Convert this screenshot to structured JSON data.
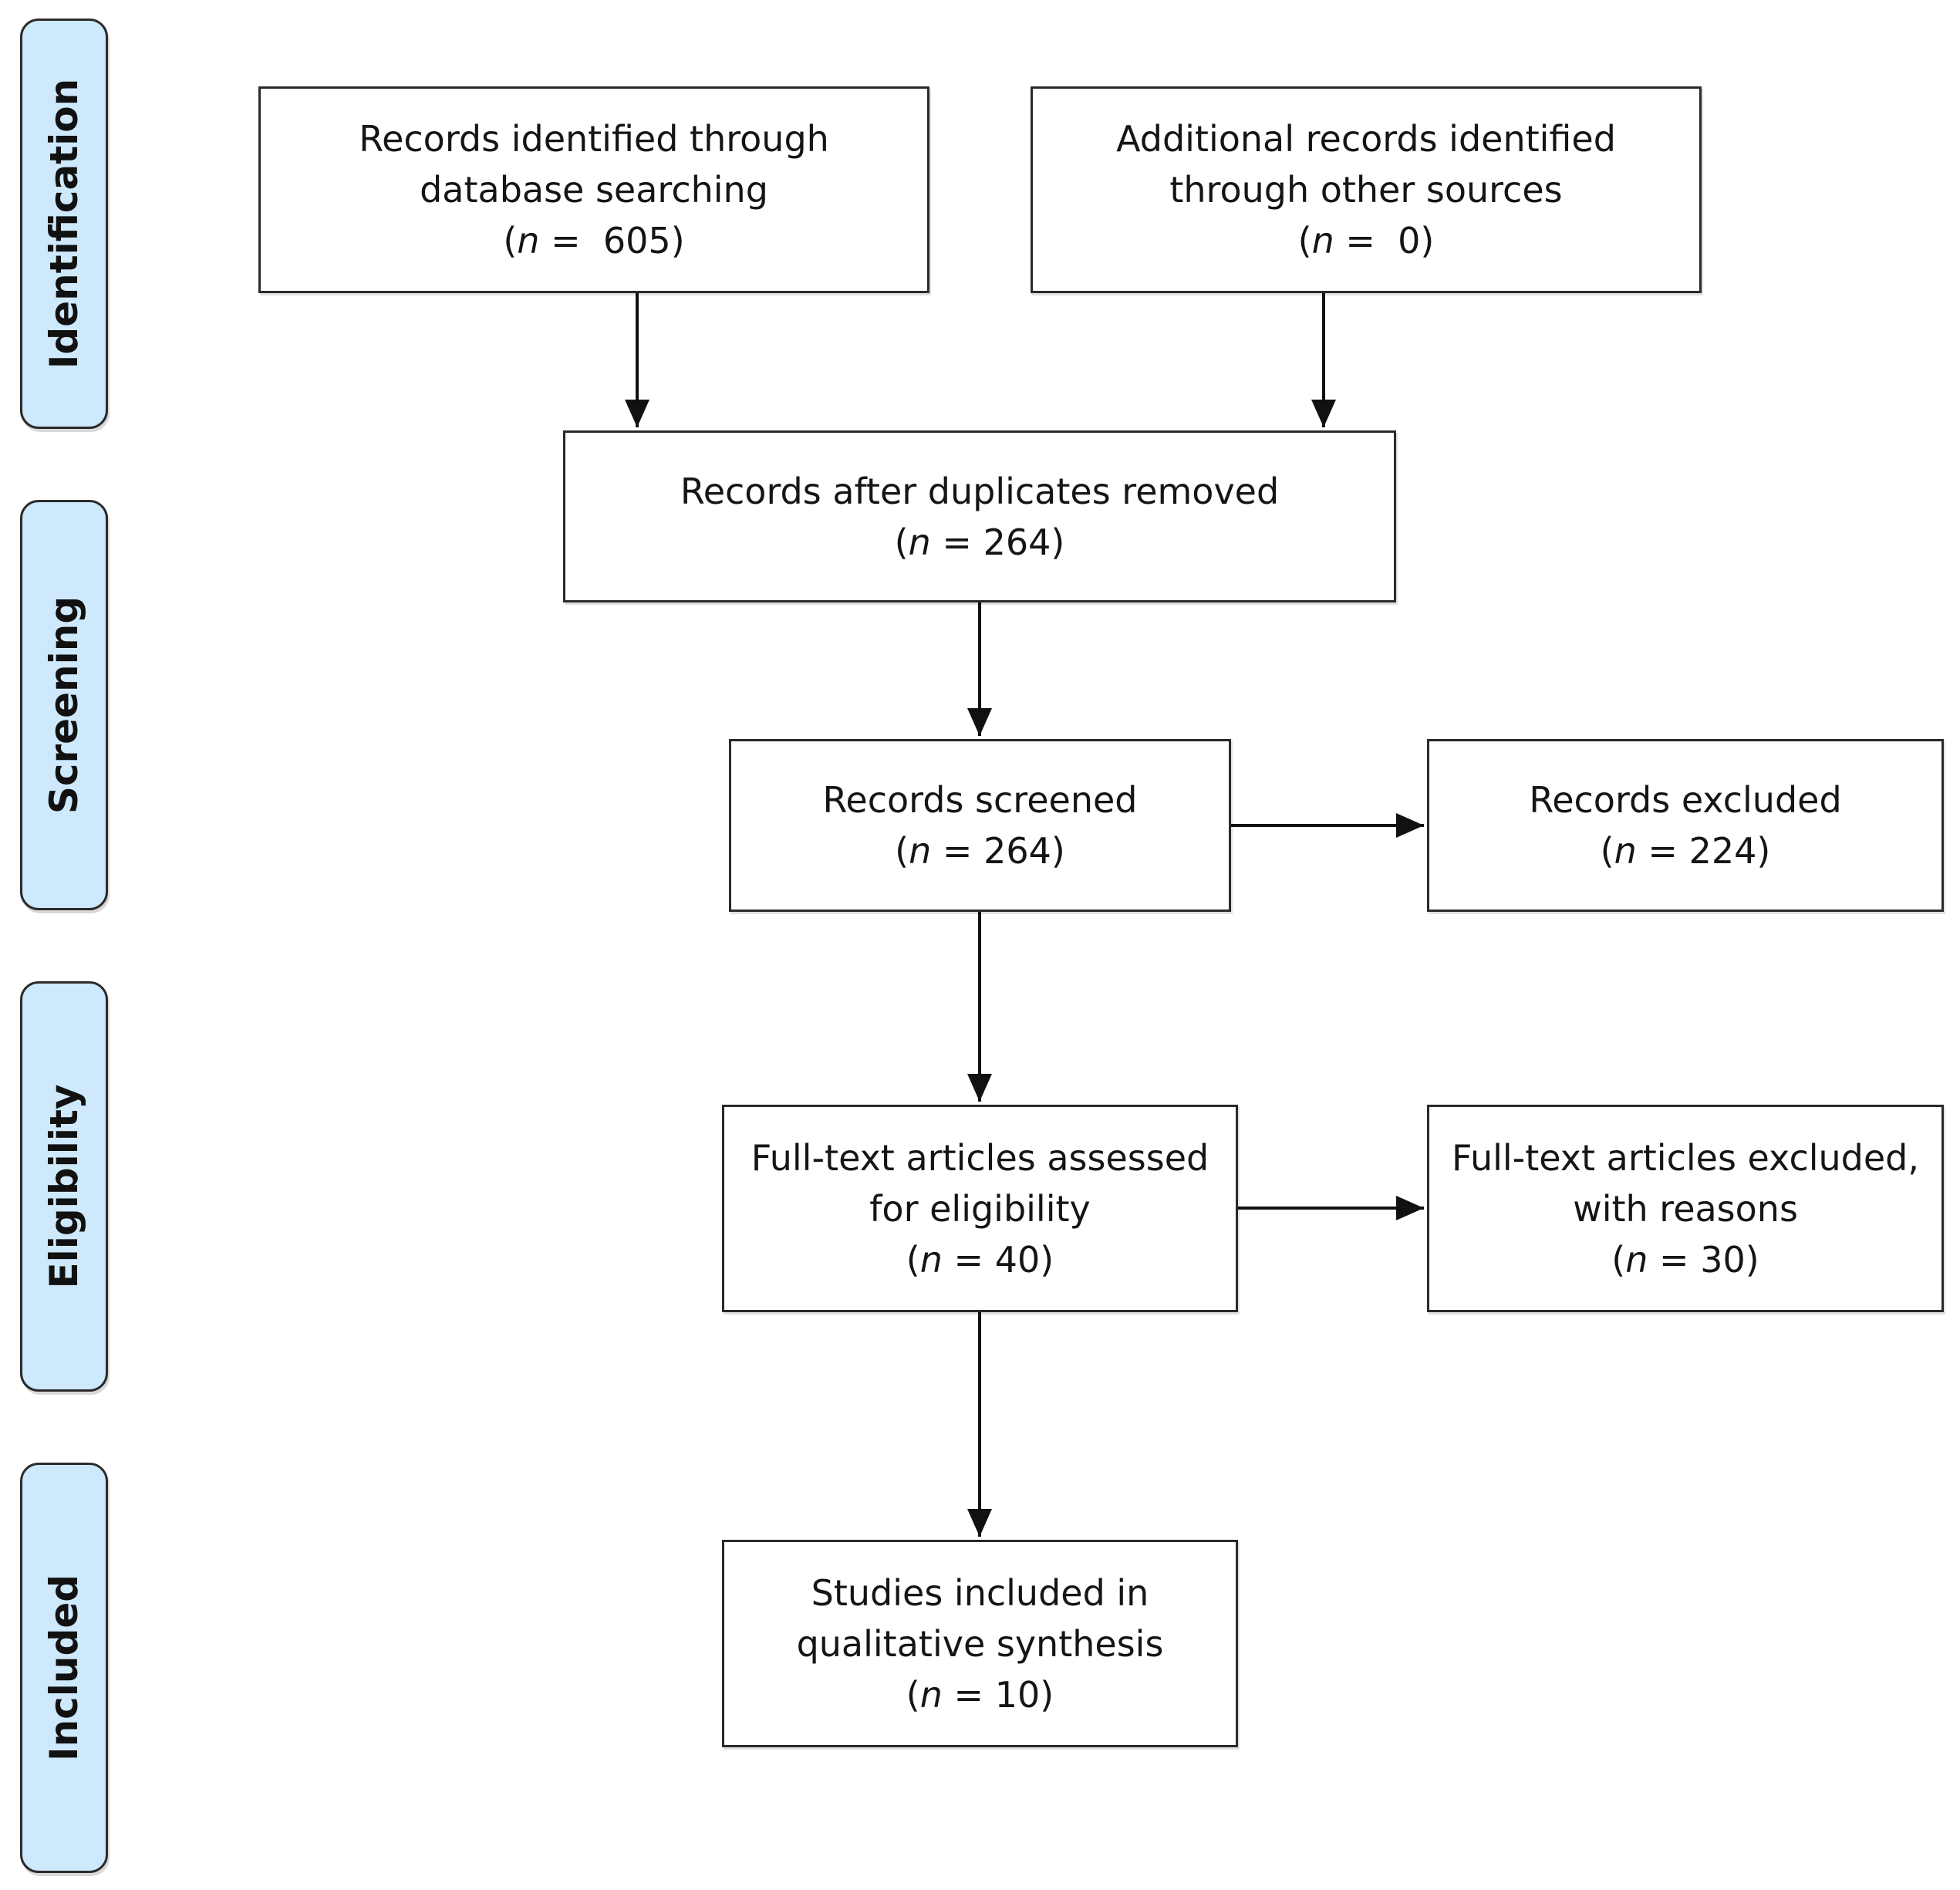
{
  "phases": {
    "identification": "Identification",
    "screening": "Screening",
    "eligibility": "Eligibility",
    "included": "Included"
  },
  "boxes": {
    "database": {
      "lines": [
        "Records identified through",
        "database searching"
      ],
      "n_label": "n",
      "n_sep": " =  ",
      "n_value": "605"
    },
    "other_sources": {
      "lines": [
        "Additional records identified",
        "through other sources"
      ],
      "n_label": "n",
      "n_sep": " =  ",
      "n_value": "0"
    },
    "after_duplicates": {
      "lines": [
        "Records after duplicates removed"
      ],
      "n_label": "n",
      "n_sep": " = ",
      "n_value": "264"
    },
    "screened": {
      "lines": [
        "Records screened"
      ],
      "n_label": "n",
      "n_sep": " = ",
      "n_value": "264"
    },
    "excluded": {
      "lines": [
        "Records excluded"
      ],
      "n_label": "n",
      "n_sep": " = ",
      "n_value": "224"
    },
    "fulltext_assessed": {
      "lines": [
        "Full-text articles assessed",
        "for eligibility"
      ],
      "n_label": "n",
      "n_sep": " = ",
      "n_value": "40"
    },
    "fulltext_excluded": {
      "lines": [
        "Full-text articles excluded,",
        "with reasons"
      ],
      "n_label": "n",
      "n_sep": " = ",
      "n_value": "30"
    },
    "included_studies": {
      "lines": [
        "Studies included in",
        "qualitative synthesis"
      ],
      "n_label": "n",
      "n_sep": " = ",
      "n_value": "10"
    }
  },
  "colors": {
    "phase_fill": "#cde9fb",
    "border": "#2a2a2a",
    "arrow": "#111111"
  }
}
